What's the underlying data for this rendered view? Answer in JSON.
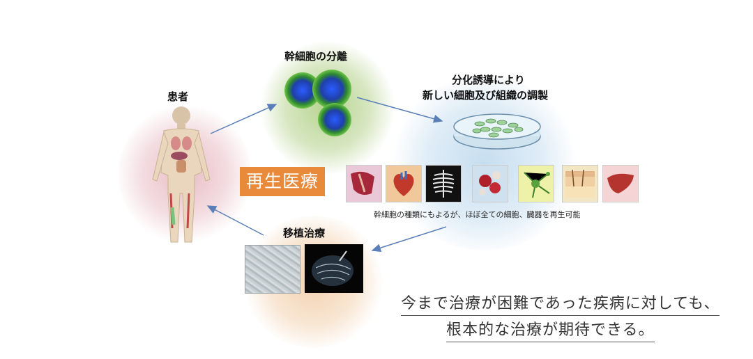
{
  "labels": {
    "patient": "患者",
    "isolation": "幹細胞の分離",
    "differentiation_line1": "分化誘導により",
    "differentiation_line2": "新しい細胞及び組織の調製",
    "transplant": "移植治療",
    "center": "再生医療",
    "caption": "幹細胞の種類にもよるが、ほぼ全ての細胞、臓器を再生可能"
  },
  "message": {
    "line1": "今まで治療が困難であった疾病に対しても、",
    "line2": "根本的な治療が期待できる。"
  },
  "tiles": [
    {
      "name": "shoulder-muscle-tile",
      "icon": "muscle-icon",
      "bg": "#e9c9d8"
    },
    {
      "name": "heart-tile",
      "icon": "heart-icon",
      "bg": "#f0c89a"
    },
    {
      "name": "skeleton-tile",
      "icon": "skeleton-icon",
      "bg": "#111111"
    },
    {
      "name": "blood-cells-tile",
      "icon": "blood-cell-icon",
      "bg": "#cfe0ee"
    },
    {
      "name": "neuron-tile",
      "icon": "neuron-icon",
      "bg": "#eef2a8"
    },
    {
      "name": "skin-tile",
      "icon": "skin-icon",
      "bg": "#f3e6c4"
    },
    {
      "name": "liver-tile",
      "icon": "liver-icon",
      "bg": "#f4d4d4"
    }
  ],
  "colors": {
    "accent": "#e98a3b",
    "arrow": "#5a7fb8",
    "glow_patient": "#e8bcc4",
    "glow_isolation": "#b6d38f",
    "glow_differentiation": "#c6def0",
    "glow_transplant": "#f3d2b0"
  }
}
